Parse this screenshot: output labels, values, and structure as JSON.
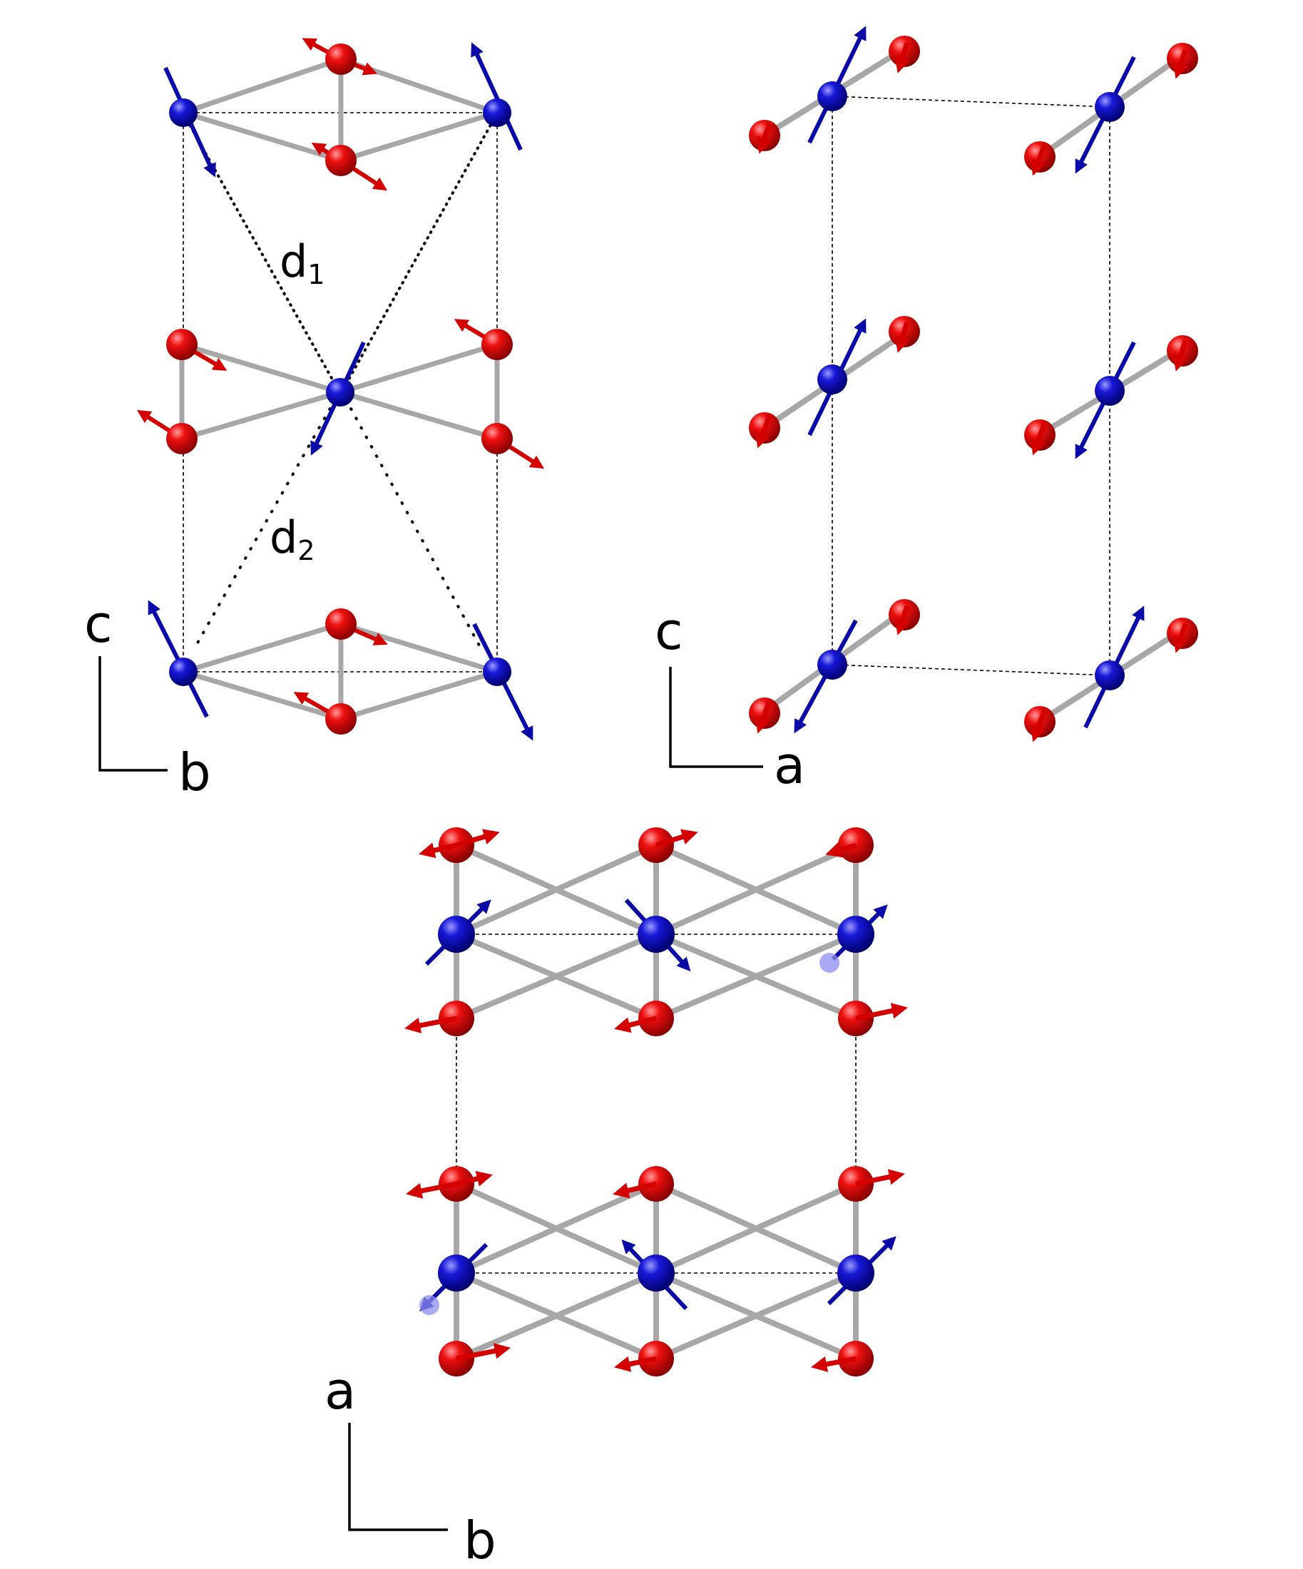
{
  "panels": [
    {
      "id": "cb-view",
      "axis_vertical": "c",
      "axis_horizontal": "b"
    },
    {
      "id": "ca-view",
      "axis_vertical": "c",
      "axis_horizontal": "a"
    },
    {
      "id": "ab-view",
      "axis_vertical": "a",
      "axis_horizontal": "b"
    }
  ],
  "distances": [
    {
      "main": "d",
      "sub": "1"
    },
    {
      "main": "d",
      "sub": "2"
    }
  ],
  "colors": {
    "red_atom": "#e00000",
    "blue_atom": "#1010c8",
    "red_arrow": "#d40000",
    "blue_arrow": "#0a0aa8",
    "bond": "#a7a7a7",
    "cell": "#000000"
  }
}
